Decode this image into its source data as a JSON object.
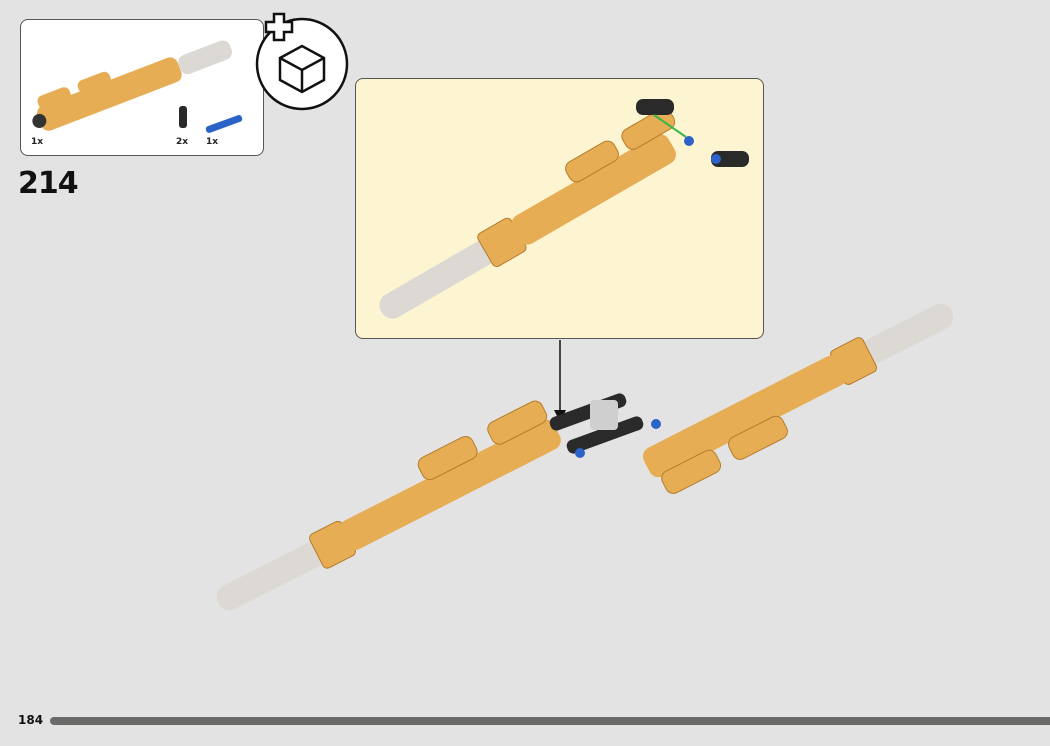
{
  "step": {
    "number": "214"
  },
  "parts_list": [
    {
      "name": "tan-beam-assembly",
      "qty": "1x"
    },
    {
      "name": "black-pin-connector",
      "qty": "2x"
    },
    {
      "name": "blue-axle-pin",
      "qty": "1x"
    }
  ],
  "page": {
    "number": "184"
  },
  "colors": {
    "background": "#e3e3e3",
    "callout": "#fdf4d1",
    "tan": "#e6ad55",
    "gray": "#d9d6d2",
    "black": "#2a2a2a",
    "blue": "#2b63c8",
    "arrow_green": "#39b54a",
    "progress": "#6a6a68"
  },
  "icons": [
    "add-new-submodel-icon",
    "down-arrow-icon"
  ]
}
